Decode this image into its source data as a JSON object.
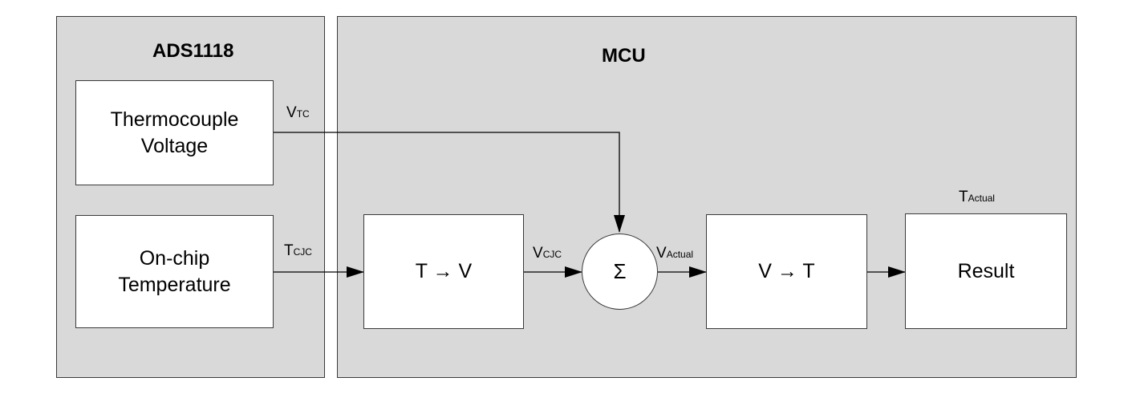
{
  "panels": {
    "adc": {
      "title": "ADS1118"
    },
    "mcu": {
      "title": "MCU"
    }
  },
  "blocks": {
    "tc_voltage": {
      "line1": "Thermocouple",
      "line2": "Voltage"
    },
    "onchip_temp": {
      "line1": "On-chip",
      "line2": "Temperature"
    },
    "t_to_v": "T → V",
    "summer": "Σ",
    "v_to_t": "V → T",
    "result": "Result"
  },
  "signals": {
    "vtc": {
      "main": "V",
      "sub": "TC"
    },
    "tcjc": {
      "main": "T",
      "sub": "CJC"
    },
    "vcjc": {
      "main": "V",
      "sub": "CJC"
    },
    "vactual": {
      "main": "V",
      "sub": "Actual"
    },
    "tactual": {
      "main": "T",
      "sub": "Actual"
    }
  },
  "colors": {
    "panel_fill": "#d9d9d9",
    "box_fill": "#ffffff",
    "line": "#000000"
  }
}
